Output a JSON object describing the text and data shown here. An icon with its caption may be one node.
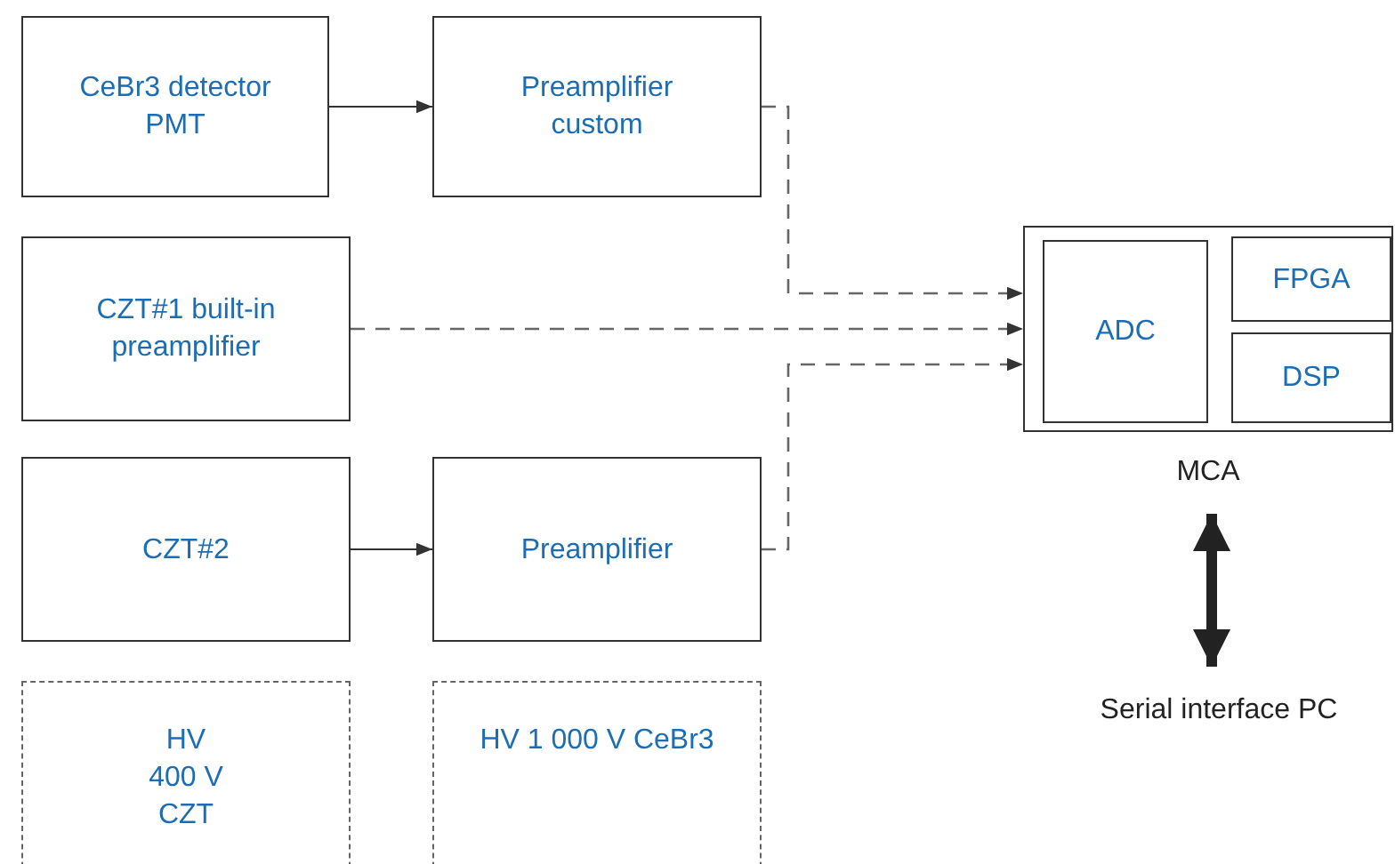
{
  "diagram": {
    "nodes": [
      {
        "text": [
          "CeBr3 detector PMT"
        ]
      },
      {
        "text": [
          "Preamplifier custom"
        ]
      },
      {
        "text": [
          "CZT#1 built-in preamplifier"
        ]
      },
      {
        "text": [
          "CZT#2"
        ]
      },
      {
        "text": [
          "Preamplifier"
        ]
      },
      {
        "text": [],
        "shape": "box",
        "beside": [
          "MCA"
        ]
      },
      {
        "text": [
          "ADC"
        ],
        "in": 5
      },
      {
        "text": [
          "FPGA"
        ],
        "in": 5
      },
      {
        "text": [
          "DSP"
        ],
        "in": 5
      },
      {
        "text": [
          "Serial interface PC"
        ]
      },
      {
        "text": [
          "HV 400 V CZT"
        ]
      },
      {
        "text": [
          "HV 1 000 V CeBr3"
        ]
      }
    ],
    "edges": [
      {
        "from": 0,
        "to": 1,
        "arrow": "to"
      },
      {
        "from": 1,
        "to": 5,
        "arrow": "to",
        "style": "dashed"
      },
      {
        "from": 2,
        "to": 5,
        "arrow": "to",
        "style": "dashed"
      },
      {
        "from": 4,
        "to": 5,
        "arrow": "to",
        "style": "dashed"
      },
      {
        "from": 3,
        "to": 4,
        "arrow": "to"
      },
      {
        "from": 5,
        "to": 9,
        "arrow": "both",
        "style": "thick"
      }
    ]
  }
}
